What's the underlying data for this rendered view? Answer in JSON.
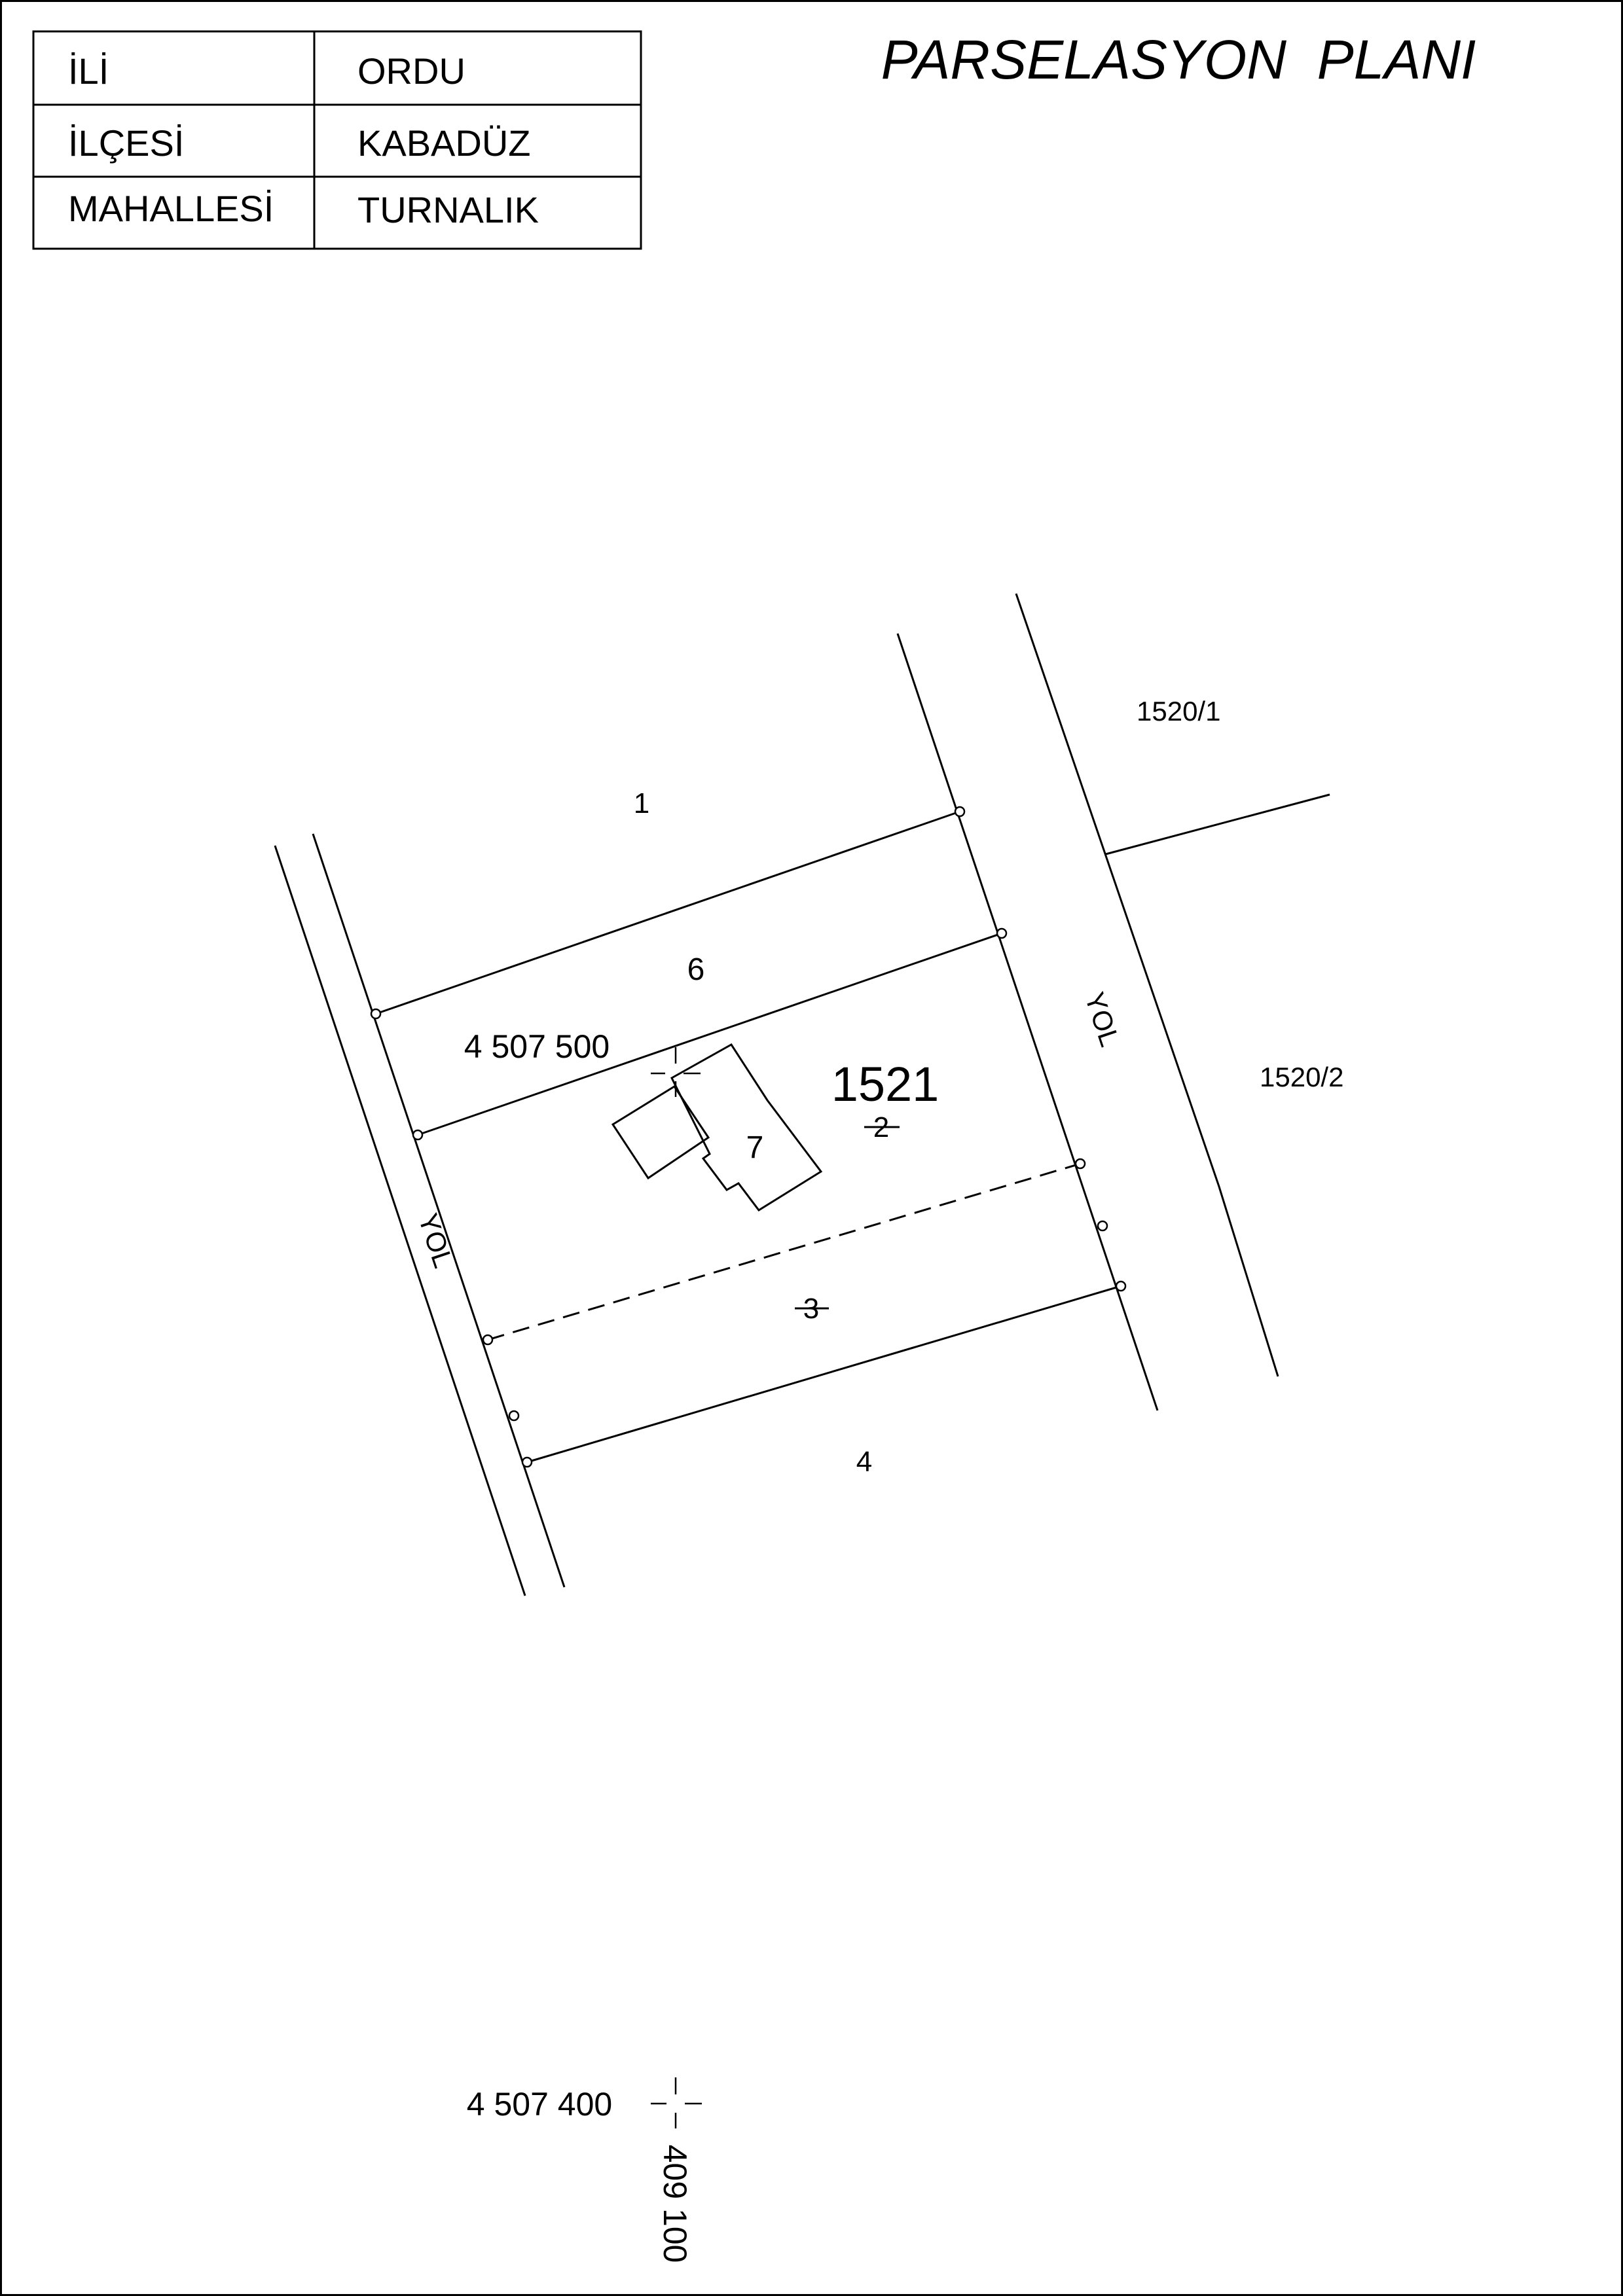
{
  "title": "PARSELASYON  PLANI",
  "info_table": [
    {
      "key": "İLİ",
      "value": "ORDU"
    },
    {
      "key": "İLÇESİ",
      "value": "KABADÜZ"
    },
    {
      "key": "MAHALLESİ",
      "value": "TURNALIK"
    }
  ],
  "parcels": {
    "main": "1521",
    "old_2": "2",
    "old_3": "3",
    "p1": "1",
    "p4": "4",
    "p6": "6",
    "p7": "7",
    "n1520_1": "1520/1",
    "n1520_2": "1520/2"
  },
  "roads": {
    "left": "YOL",
    "right": "YOL"
  },
  "coordinates": {
    "grid_upper_y": "4 507 500",
    "grid_lower_y": "4 507 400",
    "grid_lower_x": "409 100"
  }
}
